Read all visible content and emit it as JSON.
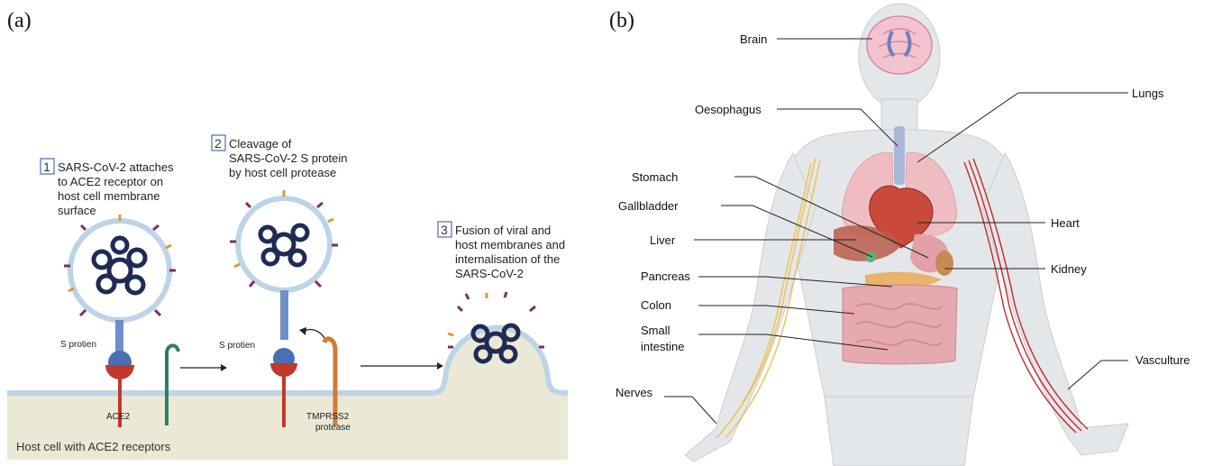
{
  "panels": {
    "a": {
      "tag": "(a)",
      "steps": [
        {
          "num": "1",
          "lines": [
            "SARS-CoV-2 attaches",
            "to ACE2 receptor on",
            "host cell  membrane",
            "surface"
          ]
        },
        {
          "num": "2",
          "lines": [
            "Cleavage of",
            "SARS-CoV-2 S protein",
            "by host cell protease"
          ]
        },
        {
          "num": "3",
          "lines": [
            "Fusion of viral and",
            "host membranes and",
            "internalisation of the",
            "SARS-CoV-2"
          ]
        }
      ],
      "s_protein_1": "S protien",
      "s_protein_2": "S protien",
      "ace2": "ACE2",
      "tmprss2_line1": "TMPRSS2",
      "tmprss2_line2": "protease",
      "host_cell": "Host cell with ACE2 receptors"
    },
    "b": {
      "tag": "(b)",
      "organs": {
        "brain": "Brain",
        "oesophagus": "Oesophagus",
        "lungs": "Lungs",
        "stomach": "Stomach",
        "gallbladder": "Gallbladder",
        "heart": "Heart",
        "liver": "Liver",
        "pancreas": "Pancreas",
        "kidney": "Kidney",
        "colon": "Colon",
        "small_intestine_1": "Small",
        "small_intestine_2": "intestine",
        "vasculture": "Vasculture",
        "nerves": "Nerves"
      }
    }
  },
  "colors": {
    "cell_fill": "#ebe8d6",
    "membrane": "#bcd4e6",
    "virus_core": "#1f2a55",
    "spike_purple": "#7a2e6b",
    "spike_orange": "#d99a3c",
    "ace2_red": "#c0392b",
    "spike_blue": "#4a6fb5",
    "tmprss2_orange": "#d27a3a",
    "receptor_green": "#2e7d6b",
    "body_fill": "#e4e7ea",
    "nerve_yellow": "#f0c050",
    "vessel_red": "#c62828"
  }
}
